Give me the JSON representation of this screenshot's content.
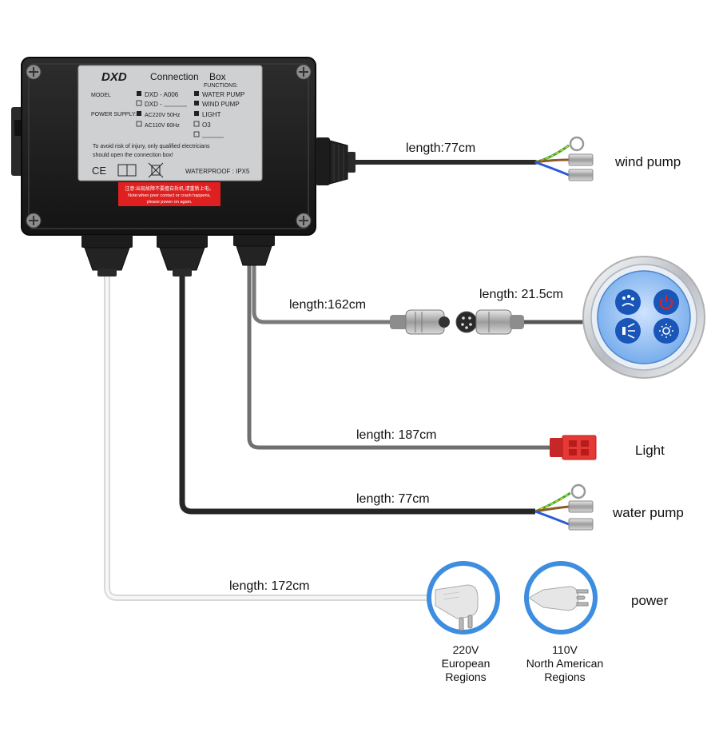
{
  "box": {
    "brand": "DXD",
    "title_word1": "Connection",
    "title_word2": "Box",
    "functions_header": "FUNCTIONS:",
    "model_label": "MODEL",
    "model_1": "DXD - A006",
    "model_2": "DXD -",
    "power_supply_label": "POWER SUPPLY:",
    "power_1": "AC220V  50Hz",
    "power_2": "AC110V  60Hz",
    "functions": [
      "WATER PUMP",
      "WIND PUMP",
      "LIGHT",
      "O3"
    ],
    "warning_line1": "To avoid risk of injury, only qualified electricians",
    "warning_line2": "should open the connection box!",
    "waterproof": "WATERPROOF : IPX5",
    "ce_mark": "CE",
    "red_label_line1": "注意:出现故障不要擅自拆机,请重新上电。",
    "red_label_line2": "Note:when poor contact or crash happens,",
    "red_label_line3": "please power on again."
  },
  "connections": [
    {
      "length_label": "length:77cm",
      "name": "wind pump"
    },
    {
      "length_label": "length:162cm",
      "name": ""
    },
    {
      "length_label": "length: 21.5cm",
      "name": ""
    },
    {
      "length_label": "length: 187cm",
      "name": "Light"
    },
    {
      "length_label": "length: 77cm",
      "name": "water pump"
    },
    {
      "length_label": "length: 172cm",
      "name": "power"
    }
  ],
  "plugs": [
    {
      "voltage": "220V",
      "line2": "European",
      "line3": "Regions"
    },
    {
      "voltage": "110V",
      "line2": "North American",
      "line3": "Regions"
    }
  ],
  "colors": {
    "box_body": "#1e1e1e",
    "plate": "#cfd0d1",
    "red_label": "#e02020",
    "plug_circle": "#3d8de0",
    "control_blue": "#1a56b8",
    "power_button_red": "#e02020",
    "light_connector": "#e53935"
  },
  "icons": [
    "bubble-icon",
    "power-icon",
    "wave-light-icon",
    "light-icon",
    "warning-icon",
    "ce-mark-icon",
    "weee-bin-icon"
  ]
}
